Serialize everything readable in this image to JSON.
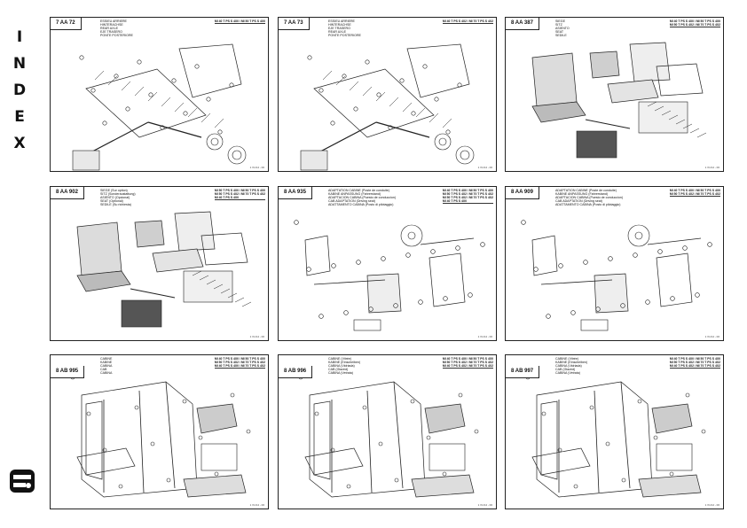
{
  "index_letters": [
    "I",
    "N",
    "D",
    "E",
    "X"
  ],
  "panels": [
    {
      "code": "7 AA 72",
      "titles": [
        "ESSIEU ARRIERE",
        "HINTERACHSE",
        "REAR AXLE",
        "EJE TRASERO",
        "PONTE POSTERIORE"
      ],
      "models": [
        "MI 40 T PS S 4X0 / MI 50 T PS S 4X0"
      ],
      "footer": "1 X1/14 - 00"
    },
    {
      "code": "7 AA 73",
      "titles": [
        "ESSIEU ARRIERE",
        "HINTERACHSE",
        "EJE TRASERO",
        "REAR AXLE",
        "PONTE POSTERIORE"
      ],
      "models": [
        "MI 40 T PS S 4X2 / MI 70 T PS S 4X2"
      ],
      "footer": "1 X1/14 - 00"
    },
    {
      "code": "8 AA 387",
      "titles": [
        "SIEGE",
        "SITZ",
        "ASIENTO",
        "SEAT",
        "SEDILE"
      ],
      "models": [
        "MI 40 T PS S 4X0 / MI 50 T PS S 4X0",
        "MI 50 T PS S 4X2 / MI 70 T PS S 4X2"
      ],
      "footer": "1 X1/14 - 00"
    },
    {
      "code": "8 AA 902",
      "titles": [
        "SIEGE (Sur option)",
        "SITZ (Sonderaustattung)",
        "ASIENTO (Opcional)",
        "SEAT (Optional)",
        "SEDILE (Su richiesta)"
      ],
      "models": [
        "MI 50 T PS S 4X0 / MI 50 T PS S 4X0",
        "MI 50 T PS S 4X2 / MI 70 T PS S 4X2",
        "MI 40 T PS S 4X0"
      ],
      "footer": "1 X1/14 - 00"
    },
    {
      "code": "8 AA 935",
      "titles": [
        "ADAPTATION CABINE (Poste de conduite)",
        "KABINE ANPASSUNG (Fahrerstand)",
        "ADAPTACION CABINA (Puesto de conduccion)",
        "CAB ADAPTATION (Driving seat)",
        "ADATTAMENTO CABINA (Posto di pilotaggio)"
      ],
      "models": [
        "MI 40 T PS S 4X0 / MI 50 T PS S 4X0",
        "MI 50 T PS S 4X2 / MI 70 T PS S 4X2",
        "MI 50 T PS S 4X2 / MI 70 T PS S 4X2",
        "MI 40 T PS S 4X0"
      ],
      "footer": "1 X1/14 - 00"
    },
    {
      "code": "8 AA 909",
      "titles": [
        "ADAPTATION CABINE (Poste de conduite)",
        "KABINE ANPASSUNG (Fahrerstand)",
        "ADAPTACION CABINA (Puesto de conduccion)",
        "CAB ADAPTATION (Driving seat)",
        "ADATTAMENTO CABINA (Posto di pilotaggio)"
      ],
      "models": [
        "MI 40 T PS S 4X0 / MI 50 T PS S 4X0",
        "MI 50 T PS S 4X2 / MI 70 T PS S 4X2"
      ],
      "footer": "1 X1/14 - 00"
    },
    {
      "code": "8 AB 995",
      "titles": [
        "CABINE",
        "KABINE",
        "CABINA",
        "CAB",
        "CABINA"
      ],
      "models": [
        "MI 40 T PS S 4X0 / MI 50 T PS S 4X0",
        "MI 50 T PS S 4X2 / MI 70 T PS S 4X2",
        "MI 40 T PS S 4X0 / MI 70 T PS S 4X2"
      ],
      "footer": "1 X1/14 - 00"
    },
    {
      "code": "8 AB 996",
      "titles": [
        "CABINE (Vitrée)",
        "KABINE (Einscheiben)",
        "CABINA (Vidriada)",
        "CAB (Glazed)",
        "CABINA (Vetrata)"
      ],
      "models": [
        "MI 40 T PS S 4X0 / MI 50 T PS S 4X0",
        "MI 50 T PS S 4X2 / MI 70 T PS S 4X2",
        "MI 40 T PS S 4X2 / MI 70 T PS S 4X2"
      ],
      "footer": "1 X1/14 - 00"
    },
    {
      "code": "8 AB 997",
      "titles": [
        "CABINE (Vitrée)",
        "KABINE (Einscheiben)",
        "CABINA (Vidriada)",
        "CAB (Glazed)",
        "CABINA (Vetrata)"
      ],
      "models": [
        "MI 40 T PS S 4X0 / MI 50 T PS S 4X0",
        "MI 50 T PS S 4X2 / MI 70 T PS S 4X2",
        "MI 40 T PS S 4X2 / MI 70 T PS S 4X2"
      ],
      "footer": "1 X1/14 - 00"
    }
  ]
}
